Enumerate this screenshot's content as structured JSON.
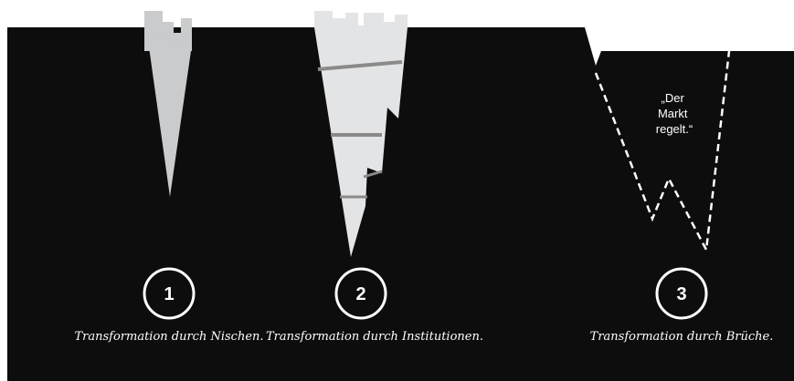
{
  "diagram": {
    "colors": {
      "background": "#ffffff",
      "ground": "#0d0d0d",
      "niche_wedge": "#c9cbcc",
      "institution_wedge": "#e3e4e5",
      "rungs": "#8a8a8a",
      "outline": "#ffffff"
    },
    "stages": [
      {
        "number": "1",
        "caption": "Transformation durch Nischen."
      },
      {
        "number": "2",
        "caption": "Transformation durch Institutionen."
      },
      {
        "number": "3",
        "caption": "Transformation durch Brüche.",
        "quote_lines": [
          "„Der",
          "Markt",
          "regelt.“"
        ]
      }
    ]
  }
}
